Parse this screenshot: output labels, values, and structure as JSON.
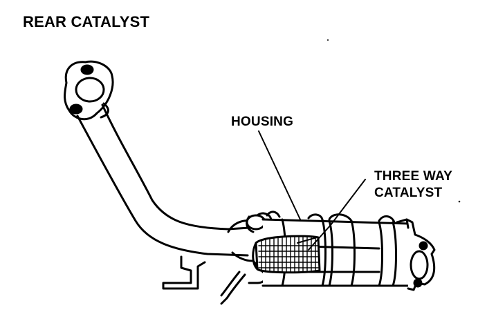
{
  "title": "REAR CATALYST",
  "labels": {
    "housing": "HOUSING",
    "catalyst_line1": "THREE WAY",
    "catalyst_line2": "CATALYST"
  },
  "colors": {
    "ink": "#000000",
    "paper": "#ffffff"
  }
}
